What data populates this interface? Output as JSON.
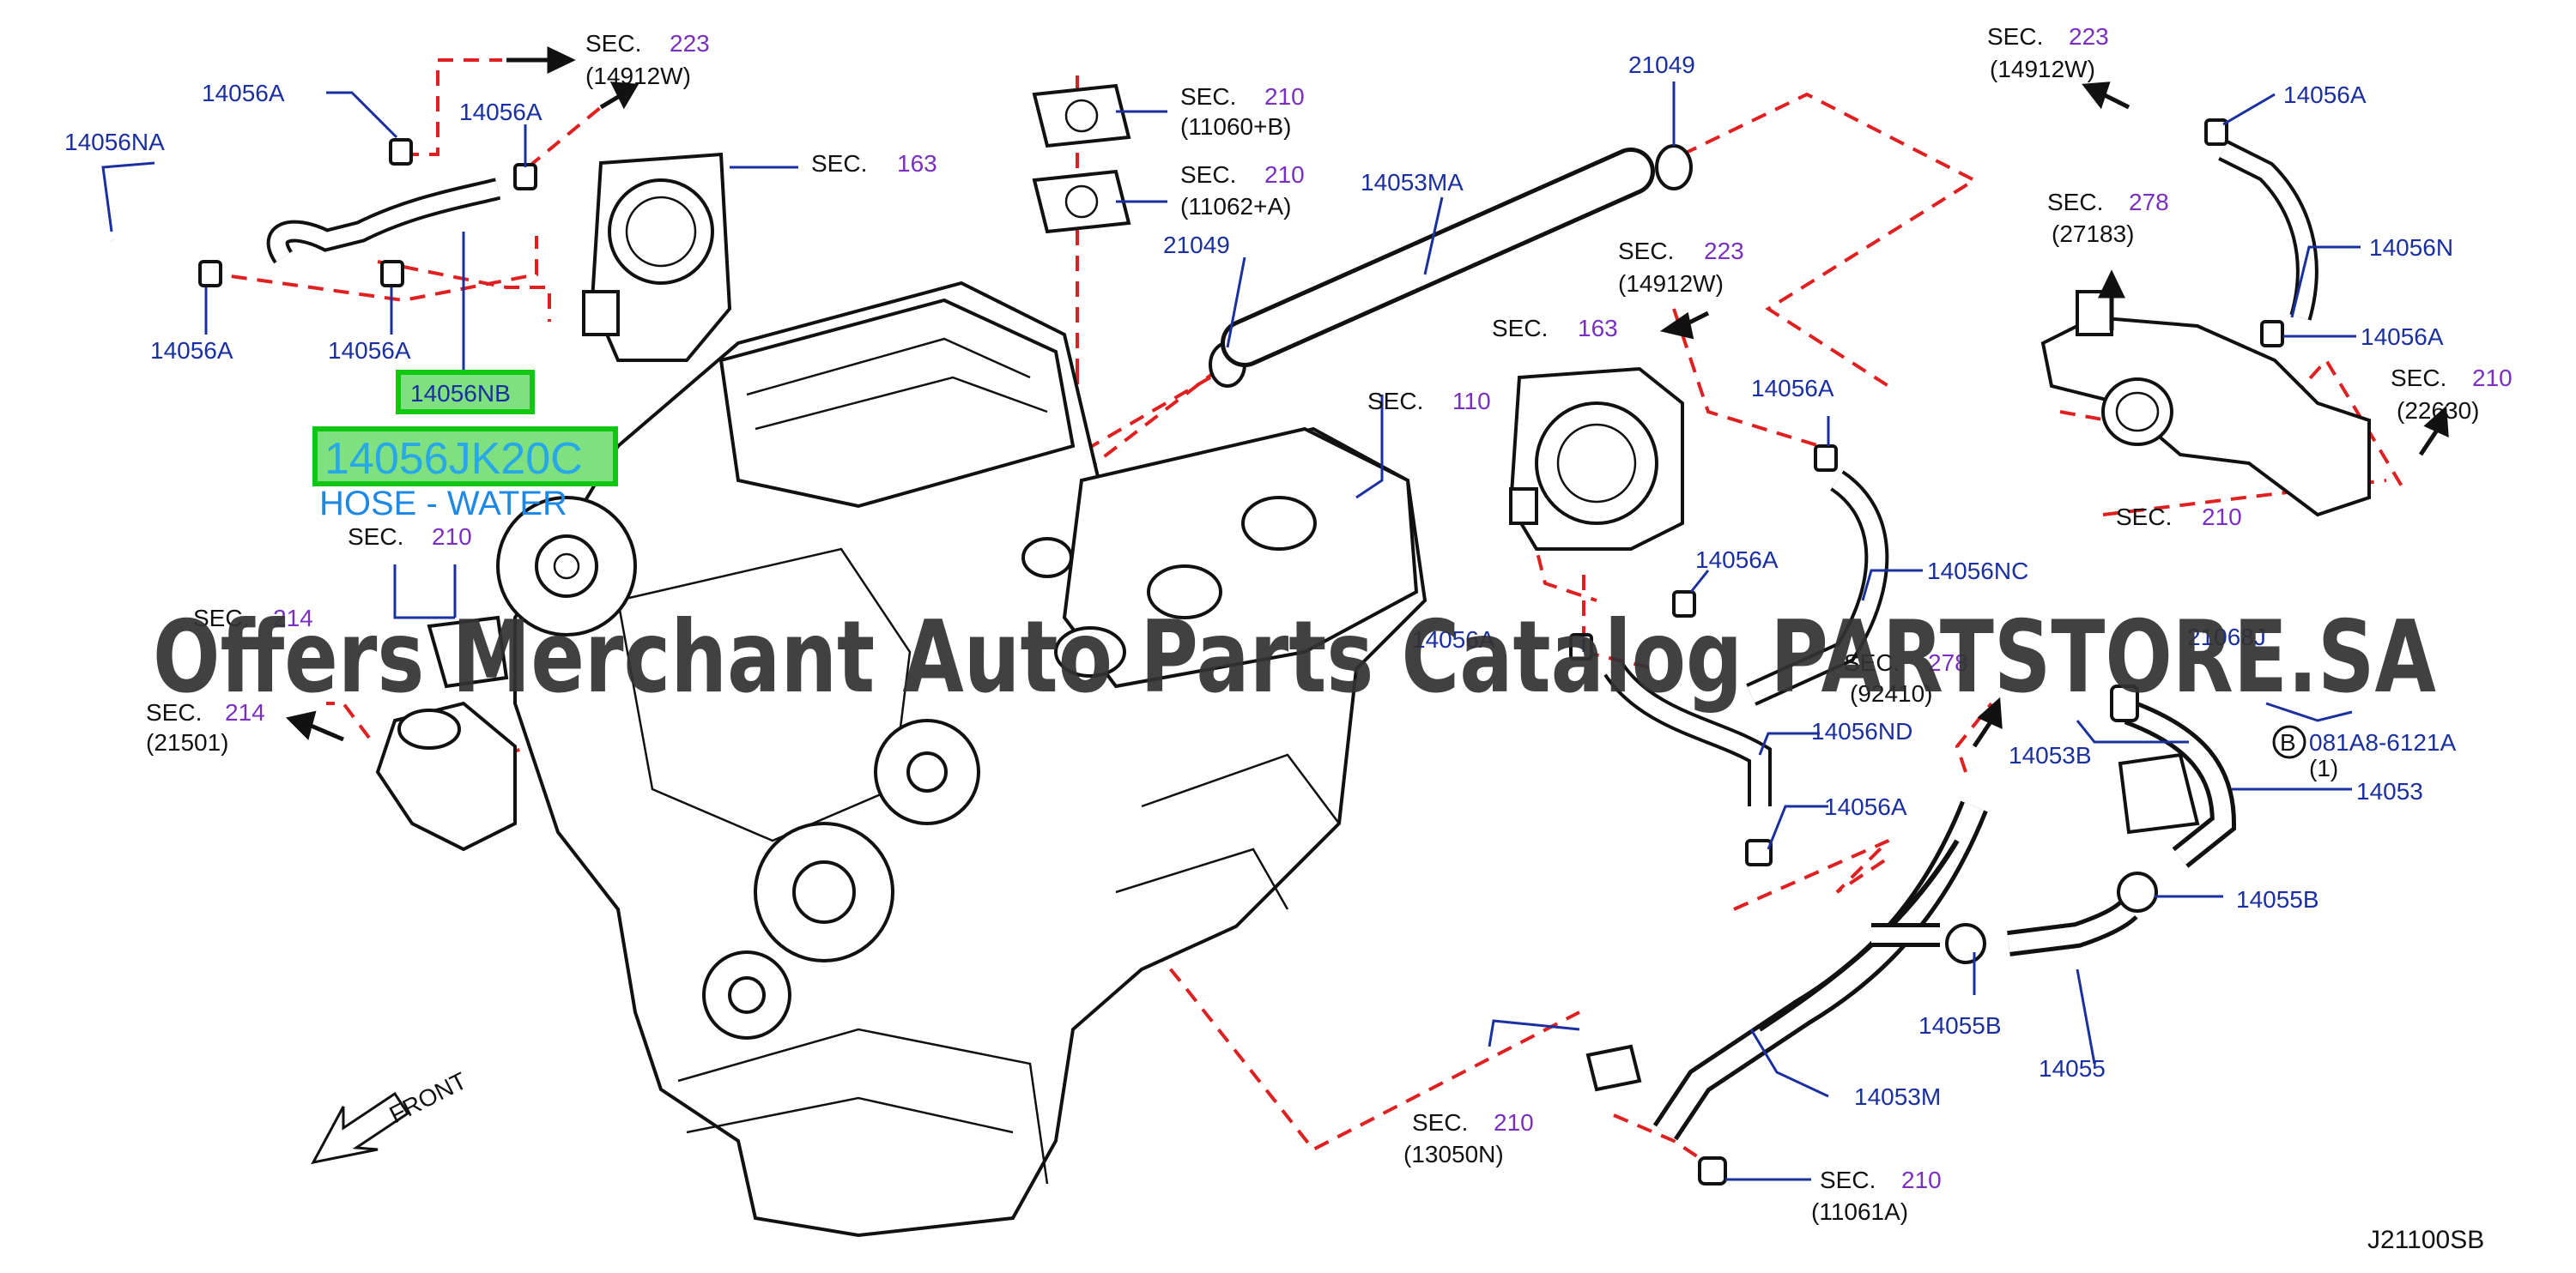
{
  "diagram_code": "J21100SB",
  "watermark": "Offers Merchant Auto Parts Catalog PARTSTORE.SA",
  "highlight": {
    "small_part": "14056NB",
    "big_part": "14056JK20C",
    "description": "HOSE - WATER"
  },
  "front_label": "FRONT",
  "sec_prefix": "SEC.",
  "parts": [
    {
      "text": "14056A",
      "cls": "blue"
    },
    {
      "text": "14056NA",
      "cls": "blue"
    },
    {
      "text": "14056A",
      "cls": "blue"
    },
    {
      "text": "14056A",
      "cls": "blue"
    },
    {
      "text": "14056A",
      "cls": "blue"
    },
    {
      "text": "21049",
      "cls": "blue"
    },
    {
      "text": "14053MA",
      "cls": "blue"
    },
    {
      "text": "21049",
      "cls": "blue"
    },
    {
      "text": "14056A",
      "cls": "blue"
    },
    {
      "text": "14056N",
      "cls": "blue"
    },
    {
      "text": "14056A",
      "cls": "blue"
    },
    {
      "text": "14056A",
      "cls": "blue"
    },
    {
      "text": "14056A",
      "cls": "blue"
    },
    {
      "text": "14056NC",
      "cls": "blue"
    },
    {
      "text": "14056A",
      "cls": "blue"
    },
    {
      "text": "14056ND",
      "cls": "blue"
    },
    {
      "text": "14056A",
      "cls": "blue"
    },
    {
      "text": "21068J",
      "cls": "blue"
    },
    {
      "text": "081A8-6121A",
      "cls": "blue"
    },
    {
      "text": "(1)",
      "cls": "black"
    },
    {
      "text": "14053B",
      "cls": "blue"
    },
    {
      "text": "14053",
      "cls": "blue"
    },
    {
      "text": "14055B",
      "cls": "blue"
    },
    {
      "text": "14055B",
      "cls": "blue"
    },
    {
      "text": "14055",
      "cls": "blue"
    },
    {
      "text": "14053M",
      "cls": "blue"
    },
    {
      "text": "B",
      "cls": "black"
    }
  ],
  "sections": [
    {
      "num": "223",
      "ref": "(14912W)"
    },
    {
      "num": "163",
      "ref": ""
    },
    {
      "num": "210",
      "ref": "(11060+B)"
    },
    {
      "num": "210",
      "ref": "(11062+A)"
    },
    {
      "num": "223",
      "ref": "(14912W)"
    },
    {
      "num": "278",
      "ref": "(27183)"
    },
    {
      "num": "223",
      "ref": "(14912W)"
    },
    {
      "num": "163",
      "ref": ""
    },
    {
      "num": "110",
      "ref": ""
    },
    {
      "num": "210",
      "ref": "(22630)"
    },
    {
      "num": "210",
      "ref": ""
    },
    {
      "num": "210",
      "ref": ""
    },
    {
      "num": "214",
      "ref": ""
    },
    {
      "num": "214",
      "ref": "(21501)"
    },
    {
      "num": "278",
      "ref": "(92410)"
    },
    {
      "num": "210",
      "ref": "(13050N)"
    },
    {
      "num": "210",
      "ref": "(11061A)"
    }
  ]
}
